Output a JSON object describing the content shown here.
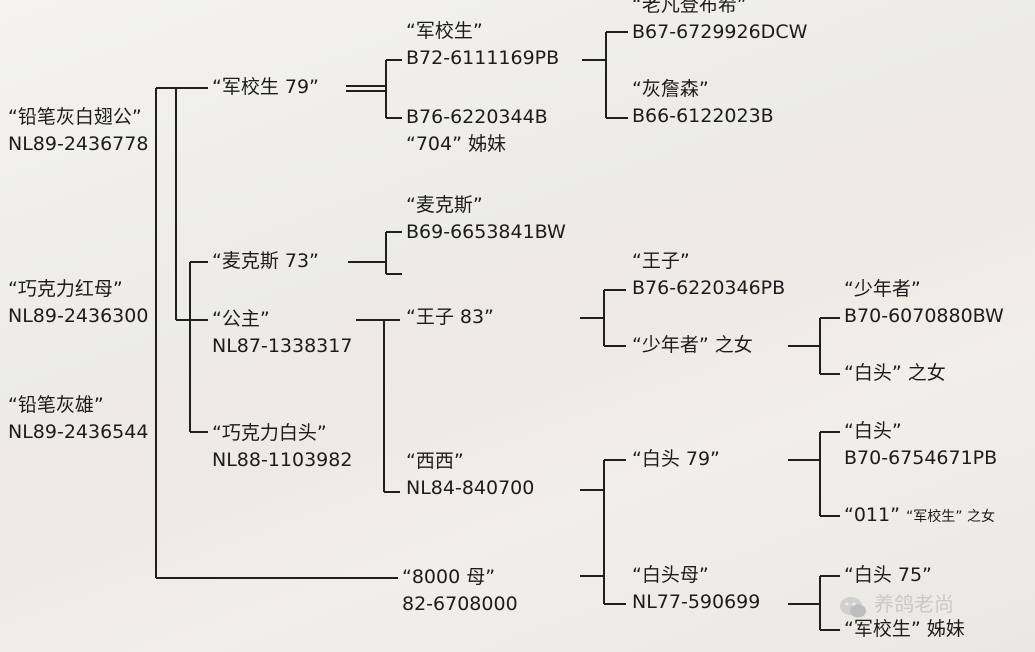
{
  "nodes": {
    "n_pencil_male": {
      "name": "“铅笔灰白翅公”",
      "ring": "NL89-2436778"
    },
    "n_choc_red": {
      "name": "“巧克力红母”",
      "ring": "NL89-2436300"
    },
    "n_pencil_cock": {
      "name": "“铅笔灰雄”",
      "ring": "NL89-2436544"
    },
    "n_junxiao79": {
      "name": "“军校生 79”"
    },
    "n_maikesi73": {
      "name": "“麦克斯 73”"
    },
    "n_gongzhu": {
      "name": "“公主”",
      "ring": "NL87-1338317"
    },
    "n_choc_white": {
      "name": "“巧克力白头”",
      "ring": "NL88-1103982"
    },
    "n_8000": {
      "name": "“8000 母”",
      "ring": "82-6708000"
    },
    "n_junxiao": {
      "name": "“军校生”",
      "ring": "B72-6111169PB"
    },
    "n_b76_b": {
      "ring": "B76-6220344B",
      "name": "“704” 姊妹"
    },
    "n_maikesi": {
      "name": "“麦克斯”",
      "ring": "B69-6653841BW"
    },
    "n_wangzi83": {
      "name": "“王子 83”"
    },
    "n_xixi": {
      "name": "“西西”",
      "ring": "NL84-840700"
    },
    "n_laofan": {
      "name": "“老凡登布希”",
      "ring": "B67-6729926DCW"
    },
    "n_huizhansen": {
      "name": "“灰詹森”",
      "ring": "B66-6122023B"
    },
    "n_wangzi": {
      "name": "“王子”",
      "ring": "B76-6220346PB"
    },
    "n_shaonian_nv": {
      "name": "“少年者” 之女"
    },
    "n_baitou79": {
      "name": "“白头 79”"
    },
    "n_baitoumu": {
      "name": "“白头母”",
      "ring": "NL77-590699"
    },
    "n_shaonian": {
      "name": "“少年者”",
      "ring": "B70-6070880BW"
    },
    "n_baitou_nv": {
      "name": "“白头” 之女"
    },
    "n_baitou": {
      "name": "“白头”",
      "ring": "B70-6754671PB"
    },
    "n_011": {
      "name_a": "“011”",
      "name_b": "“军校生” 之女"
    },
    "n_baitou75": {
      "name": "“白头 75”"
    },
    "n_junxiao_sister": {
      "name": "“军校生” 姊妹"
    }
  },
  "watermark": {
    "text": "养鸽老尚"
  }
}
